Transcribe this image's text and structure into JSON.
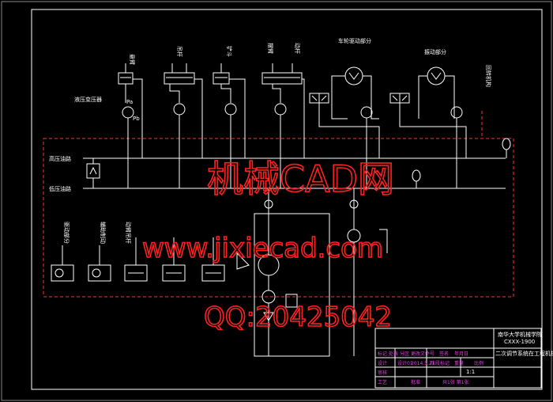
{
  "labels": {
    "actuator_boom": "悬臂",
    "actuator_lift": "吊杆",
    "actuator_bucket": "铲斗",
    "actuator_swing": "摆臂",
    "actuator_swing_rod": "动杆",
    "actuator_wheel_motor": "车轮驱动部分",
    "actuator_vibration": "振动部分",
    "actuator_slewing": "回转机构",
    "proportional_valve": "液压变压器",
    "port_pa": "Pa",
    "port_pb": "Pb",
    "high_pressure_line": "高压油路",
    "low_pressure_line": "低压油路",
    "bottom_drive": "驱动部分",
    "bottom_brake": "辅助制动",
    "bottom_arm": "动臂吊杆"
  },
  "title_block": {
    "school": "南华大学机械学院",
    "project": "CXXX-1900",
    "drawing_title": "二次调节系统在工程机械中的应用",
    "row_labels": [
      "标记",
      "处数",
      "分区",
      "更改文件号",
      "签名",
      "年月日"
    ],
    "role_design": "设计",
    "role_review": "审核",
    "role_process": "工艺",
    "designer_code": "设计01",
    "date": "2014.5.21",
    "stage_label": "阶段标记",
    "weight_label": "重量",
    "scale_label": "比例",
    "scale_value": "1:1",
    "sheet_info": "共1张 第1张",
    "approve": "批准"
  },
  "watermark": {
    "title": "机械CAD网",
    "url": "www.jixiecad.com",
    "qq": "QQ:20425042"
  },
  "colors": {
    "background": "#000000",
    "lines": "#ffffff",
    "dashed_border": "#ff3030",
    "watermark": "#ff2020",
    "title_text": "#e040e0",
    "frame": "#ffffff"
  }
}
